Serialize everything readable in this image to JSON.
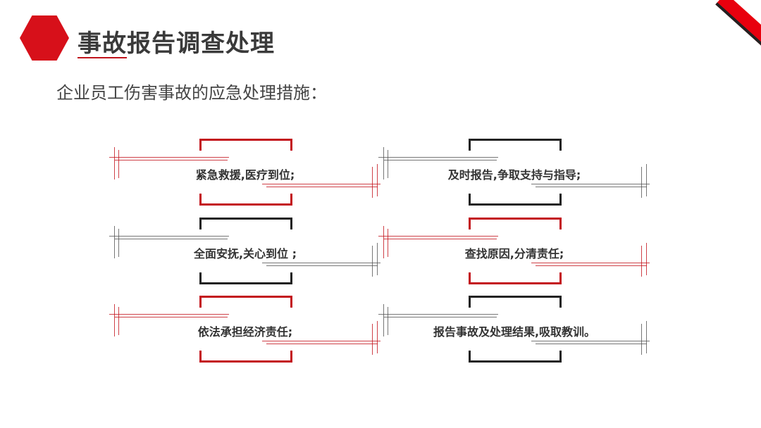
{
  "header": {
    "title": "事故报告调查处理",
    "subtitle": "企业员工伤害事故的应急处理措施："
  },
  "colors": {
    "accent": "#d7101a",
    "dark": "#222222"
  },
  "items": [
    {
      "label": "紧急救援,医疗到位;",
      "color": "red"
    },
    {
      "label": "及时报告,争取支持与指导;",
      "color": "black"
    },
    {
      "label": "全面安抚,关心到位 ;",
      "color": "black"
    },
    {
      "label": "查找原因,分清责任;",
      "color": "red"
    },
    {
      "label": "依法承担经济责任;",
      "color": "red"
    },
    {
      "label": "报告事故及处理结果,吸取教训。",
      "color": "black"
    }
  ]
}
